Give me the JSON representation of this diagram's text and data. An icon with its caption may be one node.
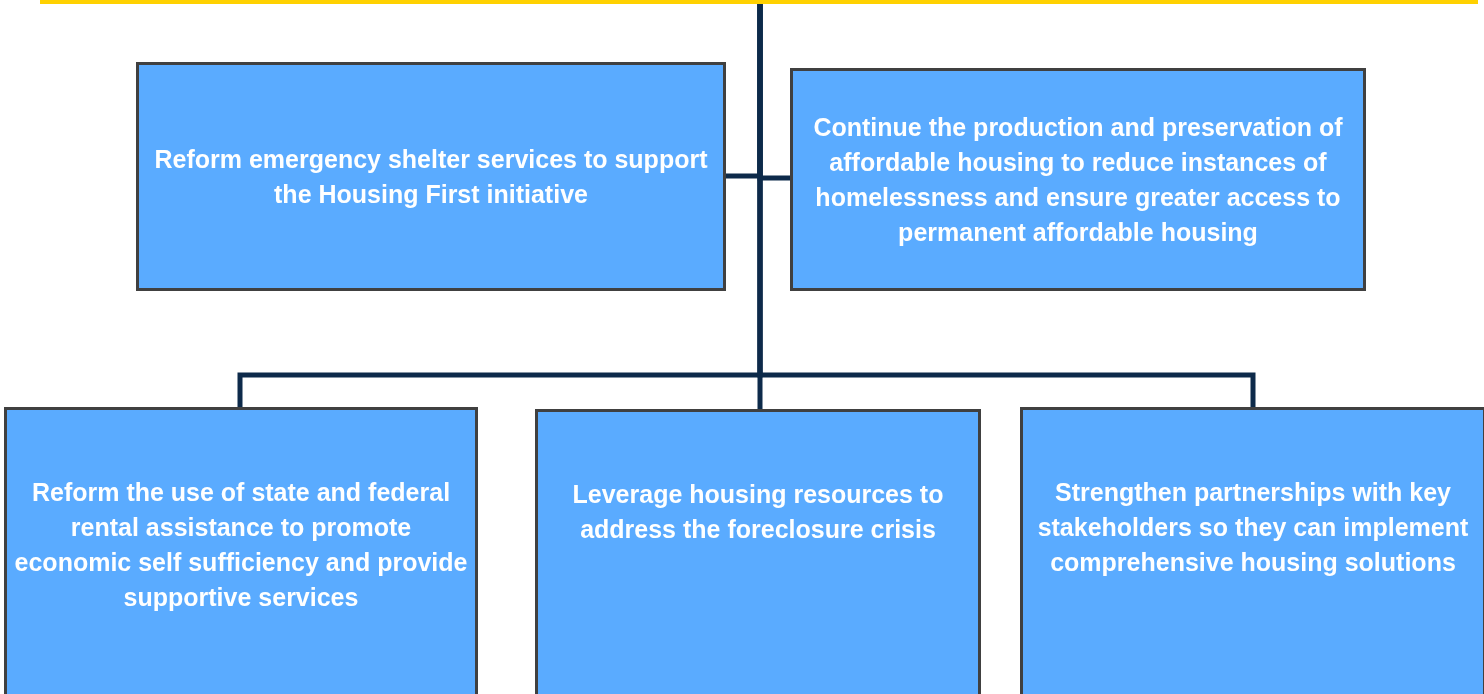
{
  "diagram": {
    "nodes": [
      {
        "text": [],
        "shape": "box"
      },
      {
        "text": [
          "Reform emergency shelter services to support the Housing First initiative"
        ]
      },
      {
        "text": [
          "Continue the production and preservation of affordable housing to reduce instances of homelessness and ensure greater access to permanent affordable housing"
        ]
      },
      {
        "text": [
          "Reform the use of state and federal rental assistance to promote economic self sufficiency and provide supportive services"
        ]
      },
      {
        "text": [
          "Leverage housing resources to address the foreclosure crisis"
        ]
      },
      {
        "text": [
          "Strengthen partnerships with key stakeholders so they can implement comprehensive housing solutions"
        ]
      }
    ],
    "edges": [
      {
        "from": 0,
        "to": 1,
        "arrow": "none"
      },
      {
        "from": 0,
        "to": 2,
        "arrow": "none"
      },
      {
        "from": 0,
        "to": 3,
        "arrow": "none"
      },
      {
        "from": 0,
        "to": 4,
        "arrow": "none"
      },
      {
        "from": 0,
        "to": 5,
        "arrow": "none"
      }
    ]
  }
}
